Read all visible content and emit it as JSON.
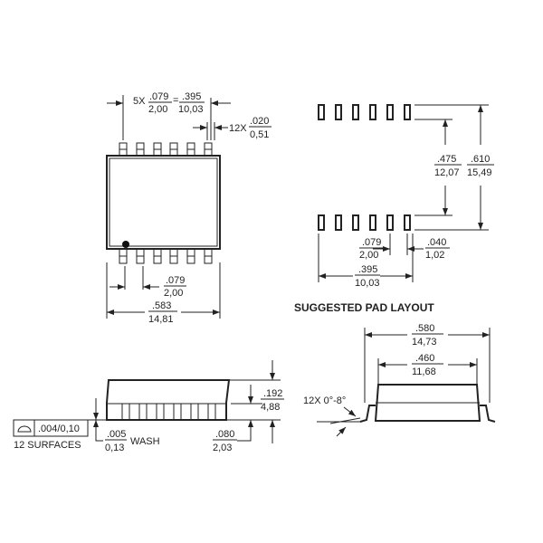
{
  "top_view": {
    "pitch_count": "5X",
    "pitch_in": ".079",
    "pitch_mm": "2,00",
    "equals": "=",
    "span_in": ".395",
    "span_mm": "10,03",
    "lead_count": "12X",
    "lead_in": ".020",
    "lead_mm": "0,51",
    "pitch2_in": ".079",
    "pitch2_mm": "2,00",
    "width_in": ".583",
    "width_mm": "14,81"
  },
  "pad_layout": {
    "title": "SUGGESTED PAD LAYOUT",
    "row_gap_in": ".475",
    "row_gap_mm": "12,07",
    "row_outer_in": ".610",
    "row_outer_mm": "15,49",
    "pitch_in": ".079",
    "pitch_mm": "2,00",
    "pad_w_in": ".040",
    "pad_w_mm": "1,02",
    "span_in": ".395",
    "span_mm": "10,03"
  },
  "side_view": {
    "height_in": ".192",
    "height_mm": "4,88",
    "tolerance": ".004/0,10",
    "surfaces": "12 SURFACES",
    "wash_in": ".005",
    "wash_mm": "0,13",
    "wash_label": "WASH",
    "standoff_in": ".080",
    "standoff_mm": "2,03"
  },
  "end_view": {
    "outer_in": ".580",
    "outer_mm": "14,73",
    "inner_in": ".460",
    "inner_mm": "11,68",
    "angle": "12X 0°-8°"
  }
}
